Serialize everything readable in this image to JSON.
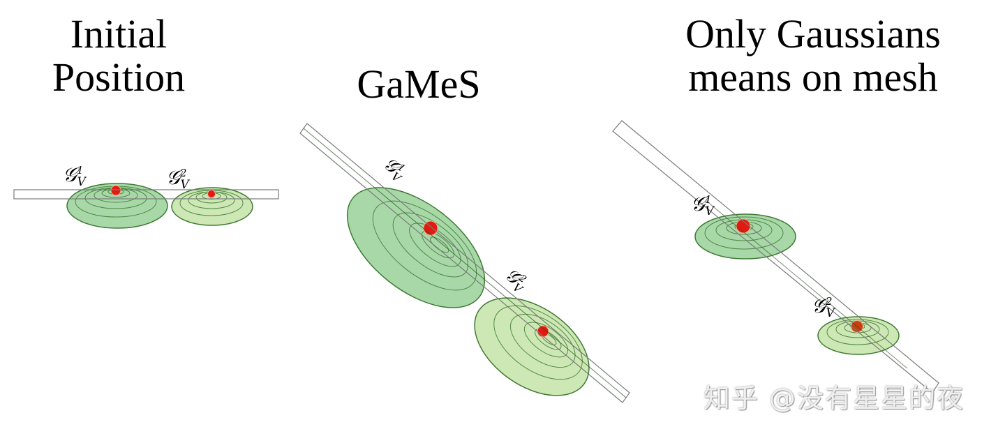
{
  "panels": [
    {
      "id": "initial-position",
      "title_lines": [
        "Initial",
        "Position"
      ],
      "labels": [
        {
          "main": "𝒢",
          "sub": "V",
          "sup": "1"
        },
        {
          "main": "𝒢",
          "sub": "V",
          "sup": "2"
        }
      ]
    },
    {
      "id": "games",
      "title_lines": [
        "GaMeS"
      ],
      "labels": [
        {
          "main": "𝒢",
          "sub": "V",
          "sup": "1"
        },
        {
          "main": "𝒢",
          "sub": "V",
          "sup": "2"
        }
      ]
    },
    {
      "id": "only-gaussians-means-on-mesh",
      "title_lines": [
        "Only Gaussians",
        "means on mesh"
      ],
      "labels": [
        {
          "main": "𝒢",
          "sub": "V",
          "sup": "1"
        },
        {
          "main": "𝒢",
          "sub": "V",
          "sup": "2"
        }
      ]
    }
  ],
  "colors": {
    "gaussian1_fill": "#a8d8a8",
    "gaussian2_fill": "#cde8b4",
    "contour_stroke": "#3d7a33",
    "mean_point": "#e31a10",
    "mean_point_alt": "#c8400e",
    "mesh_stroke": "#7a7a7a"
  },
  "watermark": "知乎 @没有星星的夜"
}
